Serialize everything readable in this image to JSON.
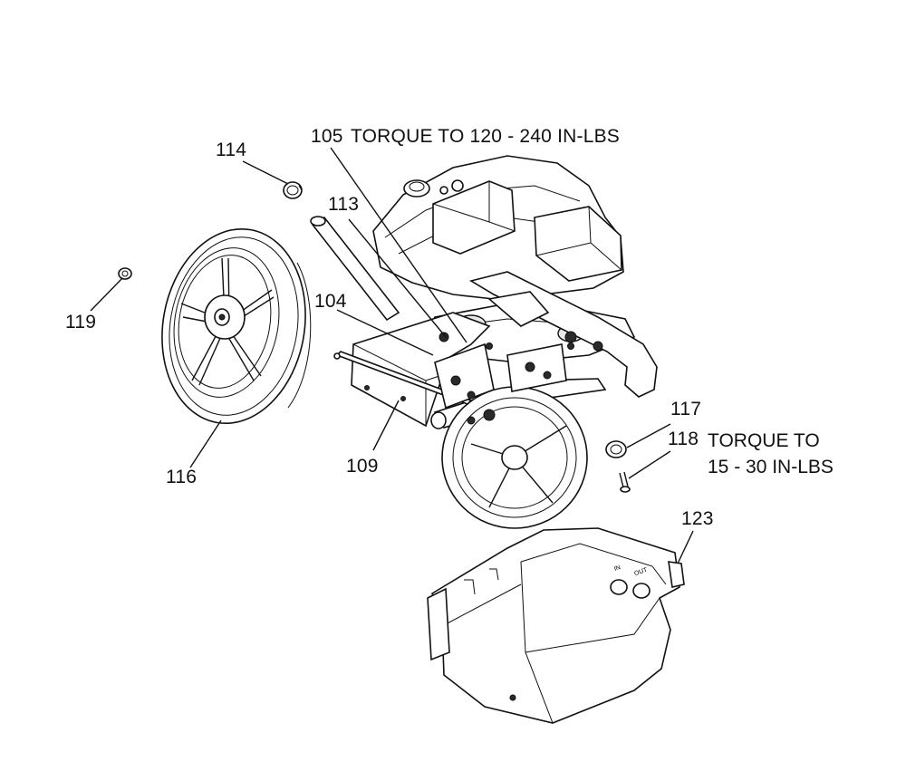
{
  "callouts": {
    "p105": "105",
    "p105_note": "TORQUE TO 120 - 240 IN-LBS",
    "p114": "114",
    "p113": "113",
    "p104": "104",
    "p119": "119",
    "p116": "116",
    "p109": "109",
    "p117": "117",
    "p118": "118",
    "p118_note_line1": "TORQUE TO",
    "p118_note_line2": "15 - 30 IN-LBS",
    "p123": "123"
  },
  "cover_labels": {
    "in": "IN",
    "out": "OUT"
  }
}
